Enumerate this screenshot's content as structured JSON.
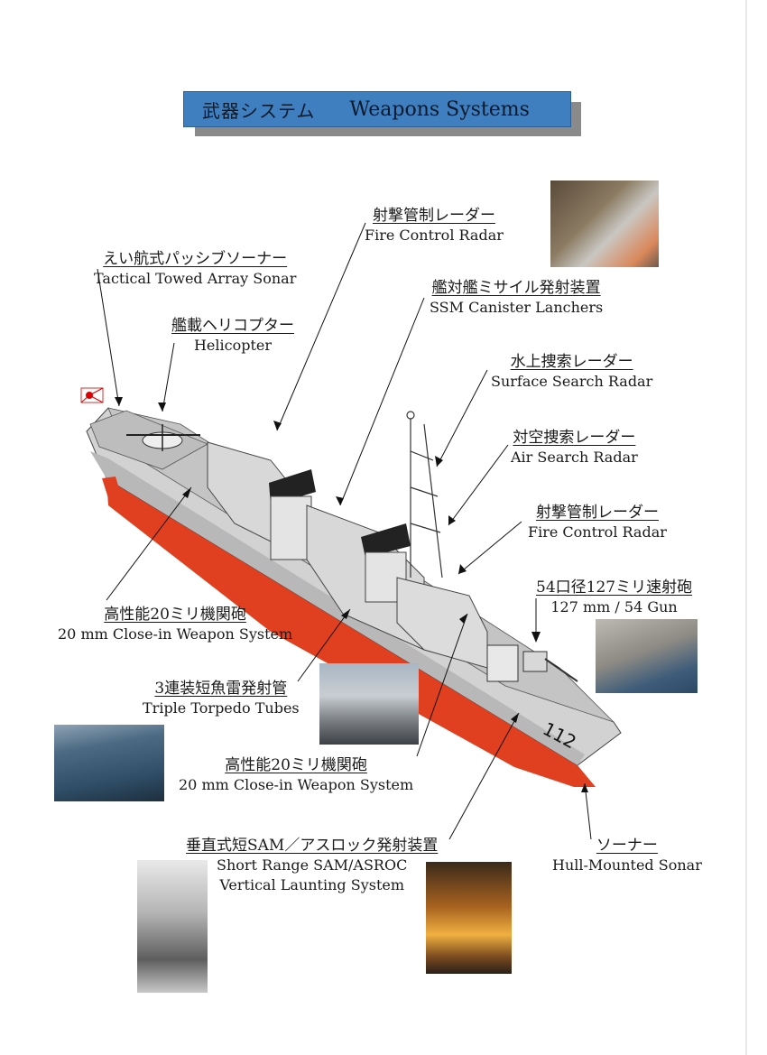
{
  "title": {
    "jp": "武器システム",
    "en": "Weapons Systems"
  },
  "labels": {
    "fcr_top": {
      "jp": "射撃管制レーダー",
      "en": "Fire Control Radar"
    },
    "towed_sonar": {
      "jp": "えい航式パッシブソーナー",
      "en": "Tactical Towed Array Sonar"
    },
    "ssm": {
      "jp": "艦対艦ミサイル発射装置",
      "en": "SSM Canister Lanchers"
    },
    "helicopter": {
      "jp": "艦載ヘリコプター",
      "en": "Helicopter"
    },
    "surface_radar": {
      "jp": "水上捜索レーダー",
      "en": "Surface Search Radar"
    },
    "air_radar": {
      "jp": "対空捜索レーダー",
      "en": "Air Search Radar"
    },
    "fcr_bottom": {
      "jp": "射撃管制レーダー",
      "en": "Fire Control Radar"
    },
    "gun": {
      "jp": "54口径127ミリ速射砲",
      "en": "127 mm / 54 Gun"
    },
    "ciws_aft": {
      "jp": "高性能20ミリ機関砲",
      "en": "20 mm Close-in Weapon System"
    },
    "torpedo": {
      "jp": "3連装短魚雷発射管",
      "en": "Triple Torpedo Tubes"
    },
    "ciws_fwd": {
      "jp": "高性能20ミリ機関砲",
      "en": "20 mm Close-in Weapon System"
    },
    "vls": {
      "jp": "垂直式短SAM／アスロック発射装置",
      "en1": "Short Range SAM/ASROC",
      "en2": "Vertical Launting System"
    },
    "hull_sonar": {
      "jp": "ソーナー",
      "en": "Hull-Mounted Sonar"
    }
  },
  "ship": {
    "hull_number": "112",
    "hull_color": "#cfcfcf",
    "waterline_color": "#e0401f",
    "flag": "rising-sun-flag"
  }
}
